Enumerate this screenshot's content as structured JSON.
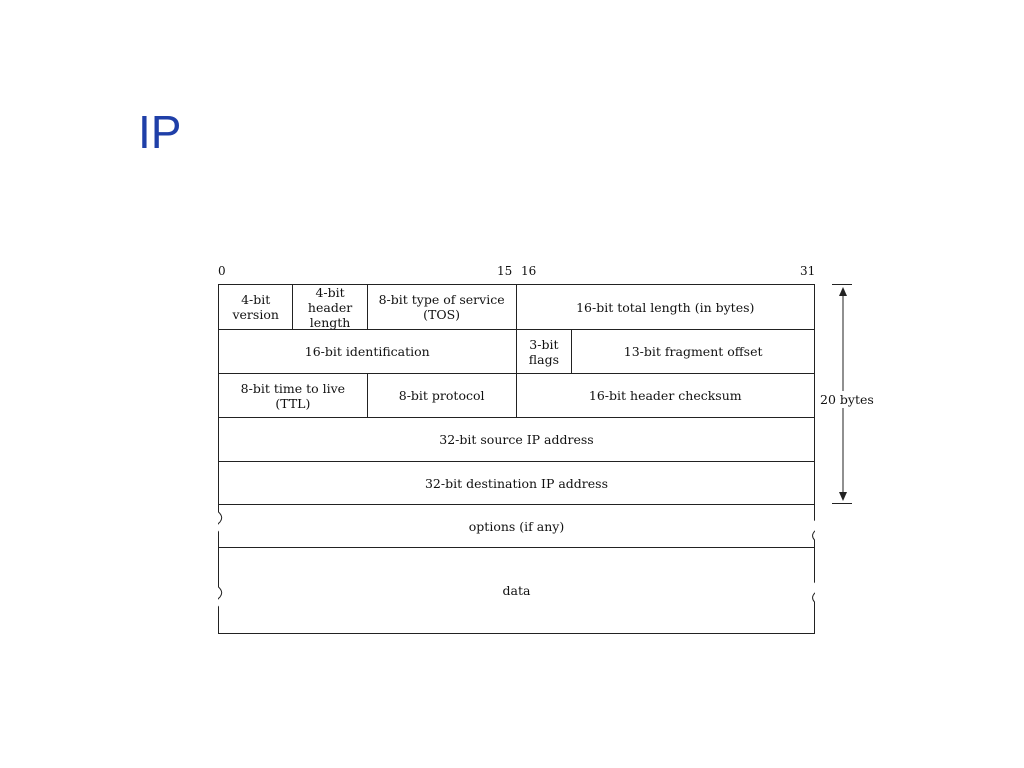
{
  "slide": {
    "title": "IP"
  },
  "diagram": {
    "bit_labels": {
      "b0": "0",
      "b15": "15",
      "b16": "16",
      "b31": "31"
    },
    "rows": [
      {
        "cells": [
          {
            "text": "4-bit\nversion",
            "span": 4
          },
          {
            "text": "4-bit header\nlength",
            "span": 4
          },
          {
            "text": "8-bit type of service\n(TOS)",
            "span": 8
          },
          {
            "text": "16-bit total length (in bytes)",
            "span": 16
          }
        ]
      },
      {
        "cells": [
          {
            "text": "16-bit identification",
            "span": 16
          },
          {
            "text": "3-bit\nflags",
            "span": 3
          },
          {
            "text": "13-bit fragment offset",
            "span": 13
          }
        ]
      },
      {
        "cells": [
          {
            "text": "8-bit time to live\n(TTL)",
            "span": 8
          },
          {
            "text": "8-bit protocol",
            "span": 8
          },
          {
            "text": "16-bit header checksum",
            "span": 16
          }
        ]
      },
      {
        "cells": [
          {
            "text": "32-bit source IP address",
            "span": 32
          }
        ]
      },
      {
        "cells": [
          {
            "text": "32-bit destination IP address",
            "span": 32
          }
        ]
      },
      {
        "cells": [
          {
            "text": "options (if any)",
            "span": 32
          }
        ]
      },
      {
        "cells": [
          {
            "text": "data",
            "span": 32
          }
        ]
      }
    ],
    "header_size_label": "20 bytes"
  }
}
